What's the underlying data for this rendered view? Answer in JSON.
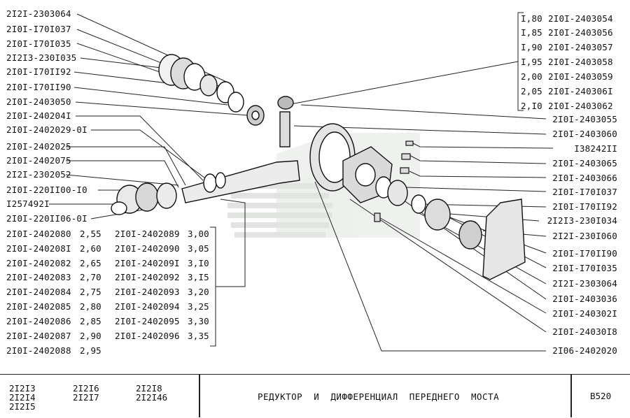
{
  "left_labels": [
    "2I2I-2303064",
    "2I0I-I70I037",
    "2I0I-I70I035",
    "2I2I3-230I035",
    "2I0I-I70II92",
    "2I0I-I70II90",
    "2I0I-2403050",
    "2I0I-240204I",
    "2I0I-2402029-0I",
    "2I0I-2402025",
    "2I0I-2402075",
    "2I2I-2302052",
    "2I0I-220II00-I0",
    "I257492I",
    "2I0I-220II06-0I"
  ],
  "shim_table_left": [
    {
      "part": "2I0I-2402080",
      "size": "2,55"
    },
    {
      "part": "2I0I-240208I",
      "size": "2,60"
    },
    {
      "part": "2I0I-2402082",
      "size": "2,65"
    },
    {
      "part": "2I0I-2402083",
      "size": "2,70"
    },
    {
      "part": "2I0I-2402084",
      "size": "2,75"
    },
    {
      "part": "2I0I-2402085",
      "size": "2,80"
    },
    {
      "part": "2I0I-2402086",
      "size": "2,85"
    },
    {
      "part": "2I0I-2402087",
      "size": "2,90"
    },
    {
      "part": "2I0I-2402088",
      "size": "2,95"
    }
  ],
  "shim_table_right": [
    {
      "part": "2I0I-2402089",
      "size": "3,00"
    },
    {
      "part": "2I0I-2402090",
      "size": "3,05"
    },
    {
      "part": "2I0I-240209I",
      "size": "3,I0"
    },
    {
      "part": "2I0I-2402092",
      "size": "3,I5"
    },
    {
      "part": "2I0I-2402093",
      "size": "3,20"
    },
    {
      "part": "2I0I-2402094",
      "size": "3,25"
    },
    {
      "part": "2I0I-2402095",
      "size": "3,30"
    },
    {
      "part": "2I0I-2402096",
      "size": "3,35"
    }
  ],
  "ring_table": [
    {
      "size": "I,80",
      "part": "2I0I-2403054"
    },
    {
      "size": "I,85",
      "part": "2I0I-2403056"
    },
    {
      "size": "I,90",
      "part": "2I0I-2403057"
    },
    {
      "size": "I,95",
      "part": "2I0I-2403058"
    },
    {
      "size": "2,00",
      "part": "2I0I-2403059"
    },
    {
      "size": "2,05",
      "part": "2I0I-240306I"
    },
    {
      "size": "2,I0",
      "part": "2I0I-2403062"
    }
  ],
  "right_labels": [
    "2I0I-2403055",
    "2I0I-2403060",
    "I38242II",
    "2I0I-2403065",
    "2I0I-2403066",
    "2I0I-I70I037",
    "2I0I-I70II92",
    "2I2I3-230I034",
    "2I2I-230I060",
    "2I0I-I70II90",
    "2I0I-I70I035",
    "2I2I-2303064",
    "2I0I-2403036",
    "2I0I-240302I",
    "2I0I-24030I8",
    "2I06-2402020"
  ],
  "footer": {
    "models_col1": "2I2I3\n2I2I4\n2I2I5",
    "models_col2": "2I2I6\n2I2I7",
    "models_col3": "2I2I8\n2I2I46",
    "title": "РЕДУКТОР  И  ДИФФЕРЕНЦИАЛ  ПЕРЕДНЕГО  МОСТА",
    "page_code": "В520"
  }
}
